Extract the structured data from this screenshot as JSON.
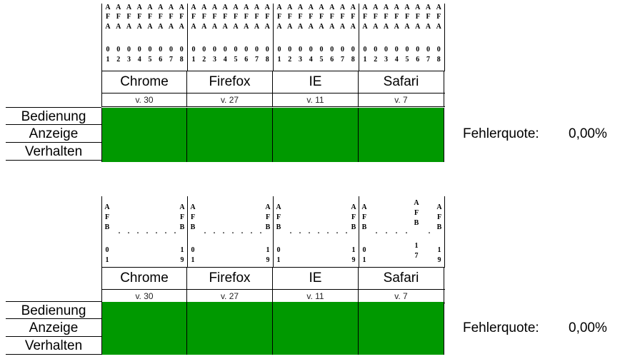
{
  "browsers": [
    {
      "name": "Chrome",
      "version": "v. 30"
    },
    {
      "name": "Firefox",
      "version": "v. 27"
    },
    {
      "name": "IE",
      "version": "v. 11"
    },
    {
      "name": "Safari",
      "version": "v. 7"
    }
  ],
  "categories": [
    "Bedienung",
    "Anzeige",
    "Verhalten"
  ],
  "panels": [
    {
      "ticks_top": [
        "A",
        "A",
        "A",
        "A",
        "A",
        "A",
        "A",
        "A"
      ],
      "ticks_mid": [
        "F",
        "F",
        "F",
        "F",
        "F",
        "F",
        "F",
        "F"
      ],
      "ticks_low": [
        "A",
        "A",
        "A",
        "A",
        "A",
        "A",
        "A",
        "A"
      ],
      "ticks_num1": [
        "0",
        "0",
        "0",
        "0",
        "0",
        "0",
        "0",
        "0"
      ],
      "ticks_num2": [
        "1",
        "2",
        "3",
        "4",
        "5",
        "6",
        "7",
        "8"
      ],
      "error_label": "Fehlerquote:",
      "error_value": "0,00%",
      "cell_color": "#009900"
    },
    {
      "ticks_a": "A",
      "ticks_f": "F",
      "ticks_b": "B",
      "left_num": [
        "0",
        "1"
      ],
      "right_num": [
        "1",
        "9"
      ],
      "safari_mid_num": [
        "1",
        "7"
      ],
      "error_label": "Fehlerquote:",
      "error_value": "0,00%",
      "cell_color": "#009900"
    }
  ]
}
